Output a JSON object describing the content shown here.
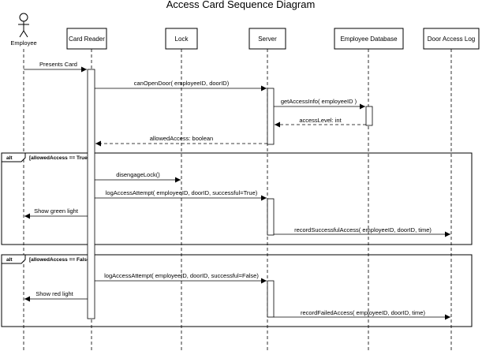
{
  "title": "Access Card Sequence Diagram",
  "actor": {
    "name": "Employee"
  },
  "participants": [
    {
      "id": "card_reader",
      "label": "Card Reader"
    },
    {
      "id": "lock",
      "label": "Lock"
    },
    {
      "id": "server",
      "label": "Server"
    },
    {
      "id": "employee_db",
      "label": "Employee Database"
    },
    {
      "id": "door_log",
      "label": "Door Access Log"
    }
  ],
  "messages": {
    "presents_card": "Presents Card",
    "can_open_door": "canOpenDoor( employeeID, doorID)",
    "get_access_info": "getAccessInfo( employeeID )",
    "access_level": "accessLevel: int",
    "allowed_access": "allowedAccess: boolean",
    "disengage_lock": "disengageLock()",
    "log_attempt_true": "logAccessAttempt( employeeID, doorID, successful=True)",
    "show_green": "Show green light",
    "record_success": "recordSuccessfulAccess( employeeID, doorID, time)",
    "log_attempt_false": "logAccessAttempt( employeeID, doorID, successful=False)",
    "show_red": "Show red light",
    "record_failed": "recordFailedAccess( employeeID, doorID, time)"
  },
  "fragments": [
    {
      "operator": "alt",
      "guard": "[allowedAccess == True]"
    },
    {
      "operator": "alt",
      "guard": "[allowedAccess == False]"
    }
  ]
}
